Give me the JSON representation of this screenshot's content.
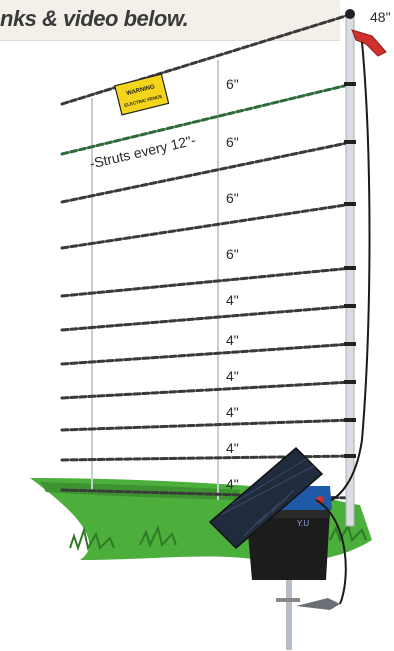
{
  "banner": {
    "text": "nks & video below."
  },
  "fence": {
    "height_label": "48\"",
    "strut_note": "-Struts every 12\"-",
    "spacing_labels": [
      "6\"",
      "6\"",
      "6\"",
      "6\"",
      "4\"",
      "4\"",
      "4\"",
      "4\"",
      "4\"",
      "4\""
    ]
  },
  "sign": {
    "line1": "WARNING",
    "line2": "ELECTRIC FENCE"
  },
  "energizer": {
    "brand_text": "Y.U"
  },
  "colors": {
    "grass": "#4caf3c",
    "post": "#d9dde2",
    "energizer_body": "#1c1c1c",
    "energizer_accent": "#1e5aa8",
    "sign": "#f4d51c",
    "clip": "#d0312d"
  }
}
